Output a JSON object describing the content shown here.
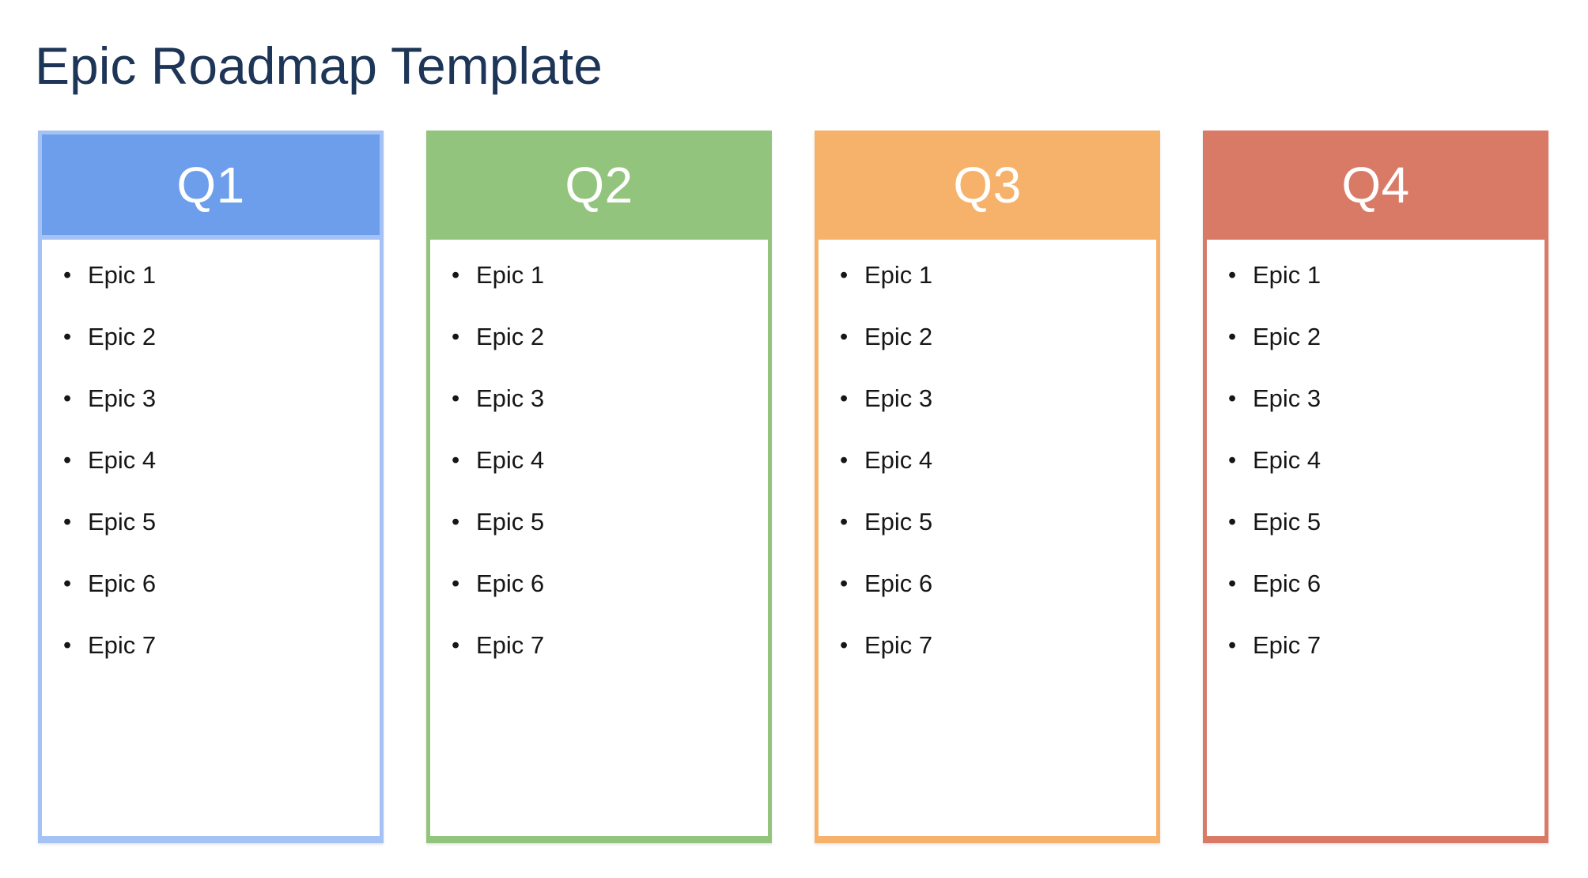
{
  "page": {
    "title": "Epic Roadmap Template",
    "title_color": "#1d3557",
    "background_color": "#ffffff",
    "list_text_color": "#161616",
    "header_text_color": "#ffffff"
  },
  "columns": [
    {
      "label": "Q1",
      "header_color": "#6d9eeb",
      "border_color": "#a4c2f4",
      "items": [
        "Epic 1",
        "Epic 2",
        "Epic 3",
        "Epic 4",
        "Epic 5",
        "Epic 6",
        "Epic 7"
      ]
    },
    {
      "label": "Q2",
      "header_color": "#93c47d",
      "border_color": "#93c47d",
      "items": [
        "Epic 1",
        "Epic 2",
        "Epic 3",
        "Epic 4",
        "Epic 5",
        "Epic 6",
        "Epic 7"
      ]
    },
    {
      "label": "Q3",
      "header_color": "#f6b26b",
      "border_color": "#f6b26b",
      "items": [
        "Epic 1",
        "Epic 2",
        "Epic 3",
        "Epic 4",
        "Epic 5",
        "Epic 6",
        "Epic 7"
      ]
    },
    {
      "label": "Q4",
      "header_color": "#d87a66",
      "border_color": "#d87a66",
      "items": [
        "Epic 1",
        "Epic 2",
        "Epic 3",
        "Epic 4",
        "Epic 5",
        "Epic 6",
        "Epic 7"
      ]
    }
  ]
}
